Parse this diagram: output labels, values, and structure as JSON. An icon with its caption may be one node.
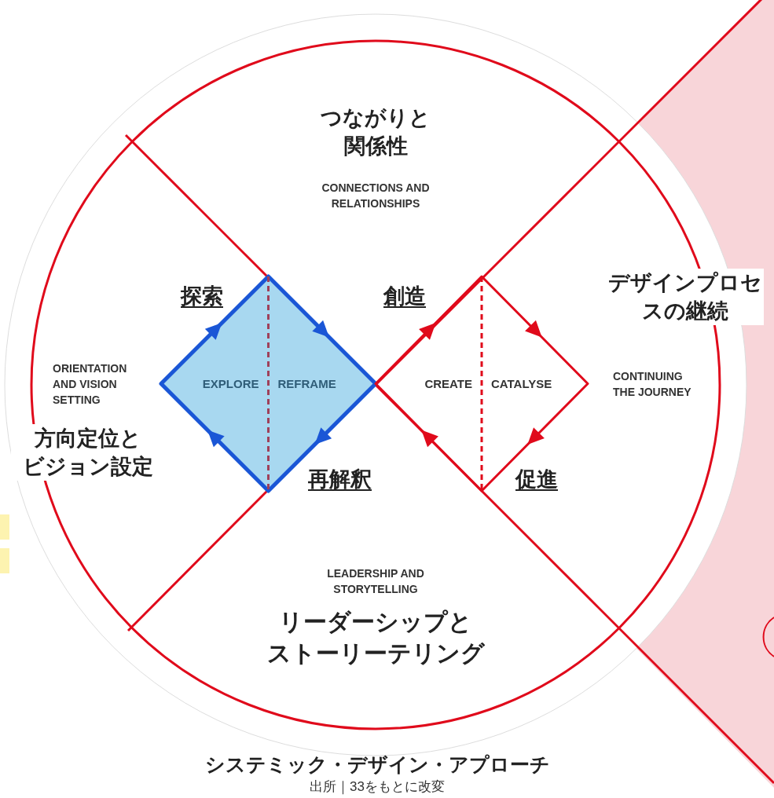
{
  "diagram": {
    "title": "システミック・デザイン・アプローチ",
    "caption": "出所｜33をもとに改変",
    "nodes": [
      {
        "text": [
          "EXPLORE",
          "REFRAME"
        ]
      },
      {
        "text": [
          "CREATE",
          "CATALYSE"
        ]
      }
    ],
    "labels": [
      "つながりと関係性",
      "CONNECTIONS AND RELATIONSHIPS",
      "探索",
      "創造",
      "デザインプロセスの継続",
      "ORIENTATION AND VISION SETTING",
      "CONTINUING THE JOURNEY",
      "方向定位とビジョン設定",
      "再解釈",
      "促進",
      "LEADERSHIP AND STORYTELLING",
      "リーダーシップとストーリーテリング"
    ]
  }
}
